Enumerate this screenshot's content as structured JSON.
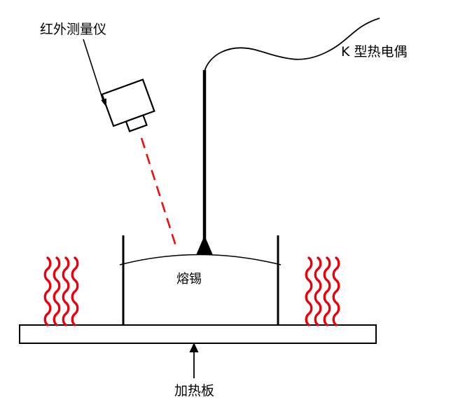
{
  "diagram": {
    "labels": {
      "infrared_meter": "红外测量仪",
      "thermocouple": "K 型热电偶",
      "molten_tin": "熔锡",
      "heating_plate": "加热板"
    },
    "colors": {
      "heat": "#e8000d",
      "laser": "#f20d0d",
      "ink": "#000000"
    }
  }
}
